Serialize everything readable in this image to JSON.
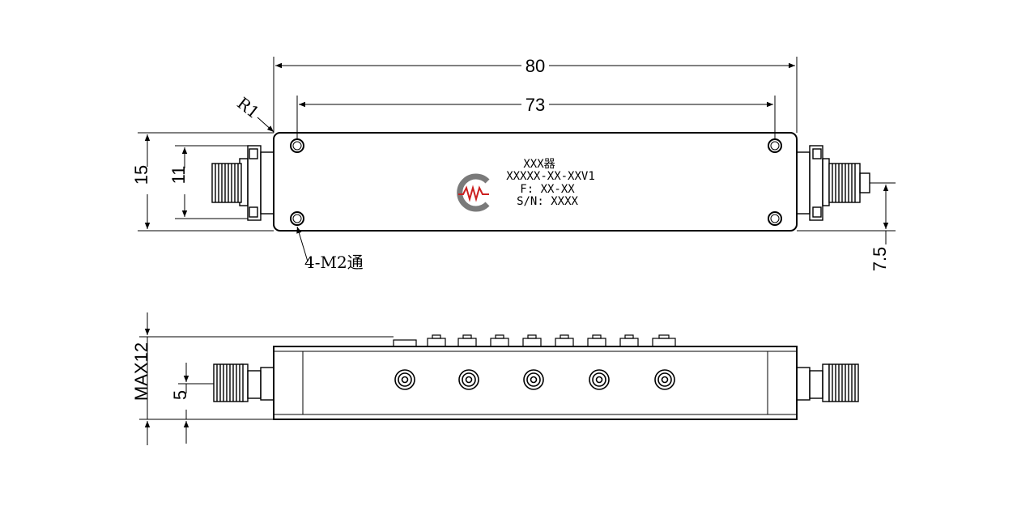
{
  "drawing": {
    "dimensions": {
      "overall_length": "80",
      "hole_spacing": "73",
      "body_height": "15",
      "connector_span": "11",
      "connector_offset": "7.5",
      "max_thickness": "MAX12",
      "connector_center_height": "5"
    },
    "callouts": {
      "corner_radius": "R1",
      "mounting_holes": "4-M2通"
    },
    "label": {
      "line1": "XXX器",
      "line2": "XXXXX-XX-XXV1",
      "line3": "F: XX-XX",
      "line4": "S/N: XXXX"
    },
    "colors": {
      "line": "#000000",
      "logo_gray": "#7a7a7a",
      "logo_red": "#cc1f1f"
    },
    "icons": {
      "logo": "mw-logo-icon",
      "connector": "sma-connector-icon",
      "hole": "mounting-hole-icon"
    }
  }
}
